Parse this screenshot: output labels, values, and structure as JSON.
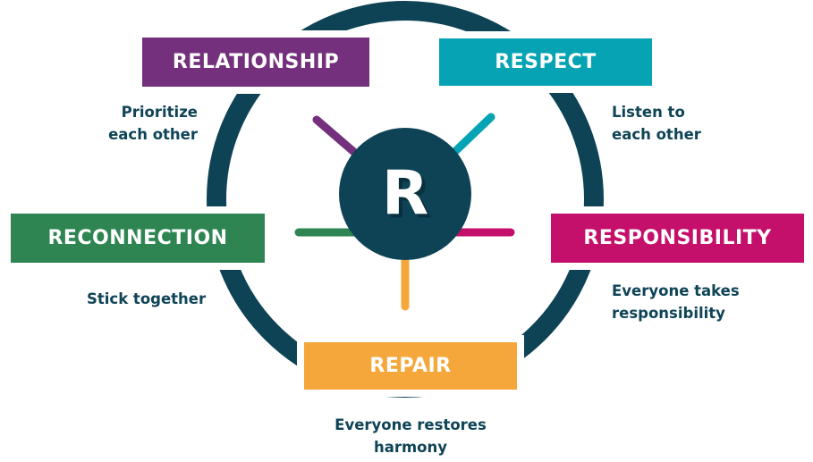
{
  "colors": {
    "ring": "#0e4356",
    "hub": "#0e4356",
    "text_dark": "#0f4457",
    "relationship": "#74307c",
    "respect": "#05a3b3",
    "reconnection": "#2e8552",
    "responsibility": "#c4106b",
    "repair": "#f5a73b"
  },
  "hub": {
    "letter": "R"
  },
  "pillars": [
    {
      "id": "relationship",
      "label": "RELATIONSHIP",
      "caption": [
        "Prioritize",
        "each other"
      ],
      "color": "#74307c"
    },
    {
      "id": "respect",
      "label": "RESPECT",
      "caption": [
        "Listen to",
        "each other"
      ],
      "color": "#05a3b3"
    },
    {
      "id": "reconnection",
      "label": "RECONNECTION",
      "caption": [
        "Stick together"
      ],
      "color": "#2e8552"
    },
    {
      "id": "responsibility",
      "label": "RESPONSIBILITY",
      "caption": [
        "Everyone takes",
        "responsibility"
      ],
      "color": "#c4106b"
    },
    {
      "id": "repair",
      "label": "REPAIR",
      "caption": [
        "Everyone restores",
        "harmony"
      ],
      "color": "#f5a73b"
    }
  ]
}
